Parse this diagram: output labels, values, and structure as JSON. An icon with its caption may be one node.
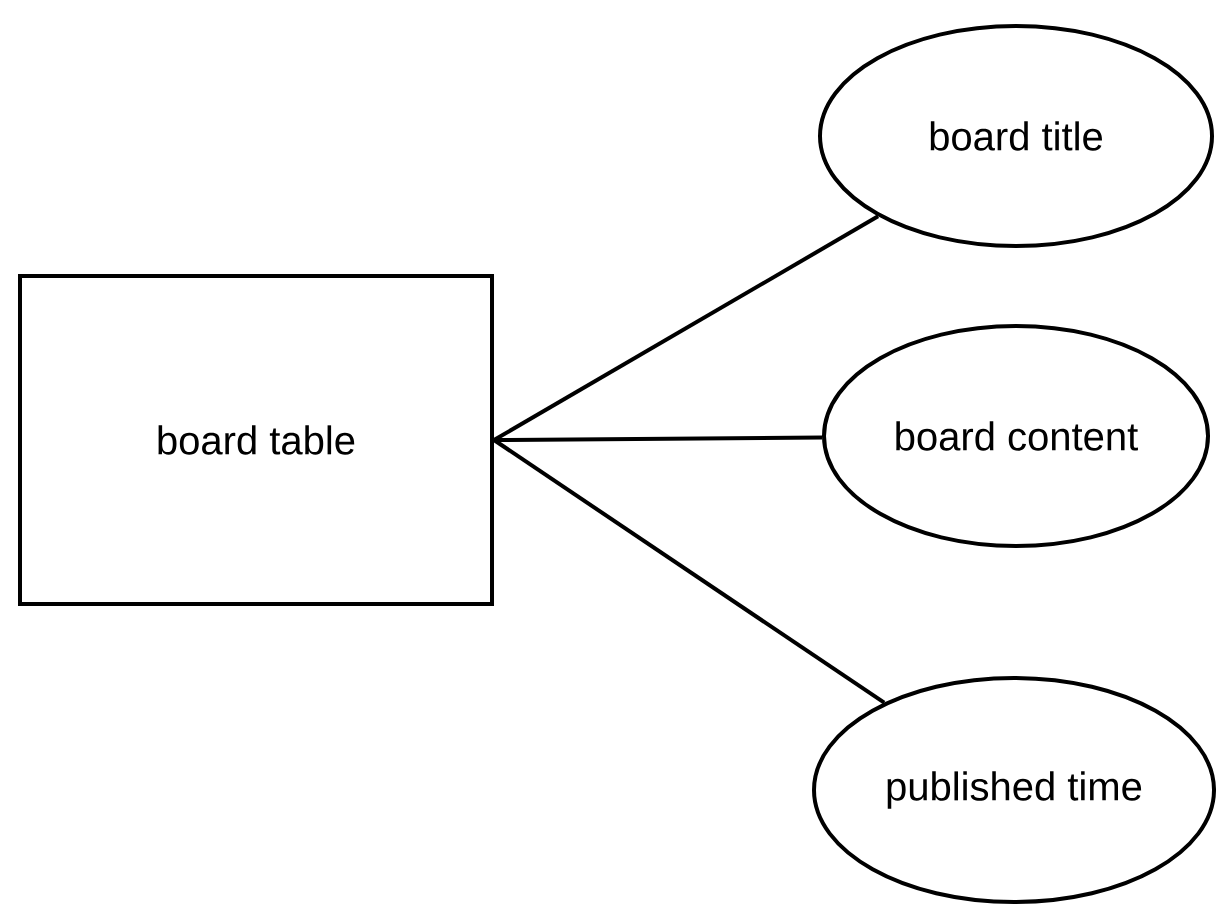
{
  "diagram": {
    "nodes": [
      {
        "text": [
          "board table"
        ]
      },
      {
        "text": [
          "board title"
        ]
      },
      {
        "text": [
          "board content"
        ]
      },
      {
        "text": [
          "published time"
        ]
      }
    ],
    "edges": [
      {
        "from": 0,
        "to": 1,
        "arrow": "none"
      },
      {
        "from": 0,
        "to": 2,
        "arrow": "none"
      },
      {
        "from": 0,
        "to": 3,
        "arrow": "none"
      }
    ]
  }
}
